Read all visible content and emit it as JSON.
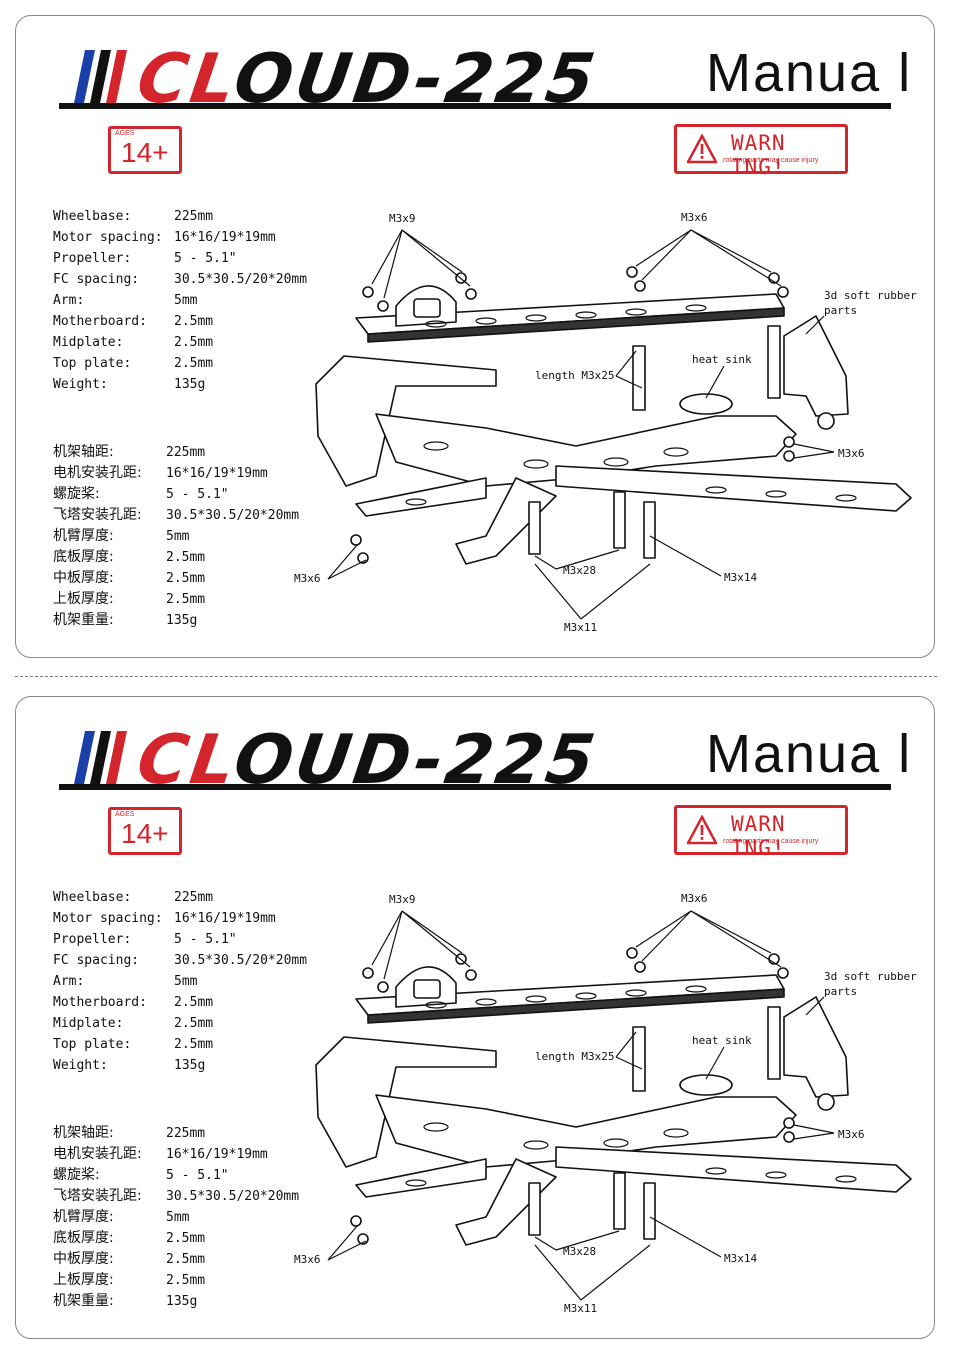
{
  "header": {
    "brand_accent": "CL",
    "brand_rest": "OUD-225",
    "manual_label": "Manua l"
  },
  "badges": {
    "ages_label": "AGES",
    "age_value": "14+",
    "warning_title": "WARN ING!",
    "warning_sub": "rotating parts may cause injury"
  },
  "specs_en": [
    {
      "label": "Wheelbase:",
      "value": "225mm"
    },
    {
      "label": "Motor spacing:",
      "value": "16*16/19*19mm"
    },
    {
      "label": "Propeller:",
      "value": "5 - 5.1\""
    },
    {
      "label": "FC spacing:",
      "value": "30.5*30.5/20*20mm"
    },
    {
      "label": "Arm:",
      "value": "5mm"
    },
    {
      "label": "Motherboard:",
      "value": "2.5mm"
    },
    {
      "label": "Midplate:",
      "value": "2.5mm"
    },
    {
      "label": "Top plate:",
      "value": "2.5mm"
    },
    {
      "label": "Weight:",
      "value": "135g"
    }
  ],
  "specs_cn": [
    {
      "label": "机架轴距:",
      "value": "225mm"
    },
    {
      "label": "电机安装孔距:",
      "value": "16*16/19*19mm"
    },
    {
      "label": "螺旋桨:",
      "value": "5 - 5.1\""
    },
    {
      "label": "飞塔安装孔距:",
      "value": "30.5*30.5/20*20mm"
    },
    {
      "label": "机臂厚度:",
      "value": "5mm"
    },
    {
      "label": "底板厚度:",
      "value": "2.5mm"
    },
    {
      "label": "中板厚度:",
      "value": "2.5mm"
    },
    {
      "label": "上板厚度:",
      "value": "2.5mm"
    },
    {
      "label": "机架重量:",
      "value": "135g"
    }
  ],
  "callouts": {
    "m3x9": "M3x9",
    "m3x6_top": "M3x6",
    "rubber": "3d soft rubber",
    "rubber2": "parts",
    "heat_sink": "heat sink",
    "length": "length M3x25",
    "m3x6_right": "M3x6",
    "m3x6_left": "M3x6",
    "m3x28": "M3x28",
    "m3x14": "M3x14",
    "m3x11": "M3x11"
  },
  "colors": {
    "accent_red": "#d3252b",
    "stripe_blue": "#1a3fa8"
  }
}
